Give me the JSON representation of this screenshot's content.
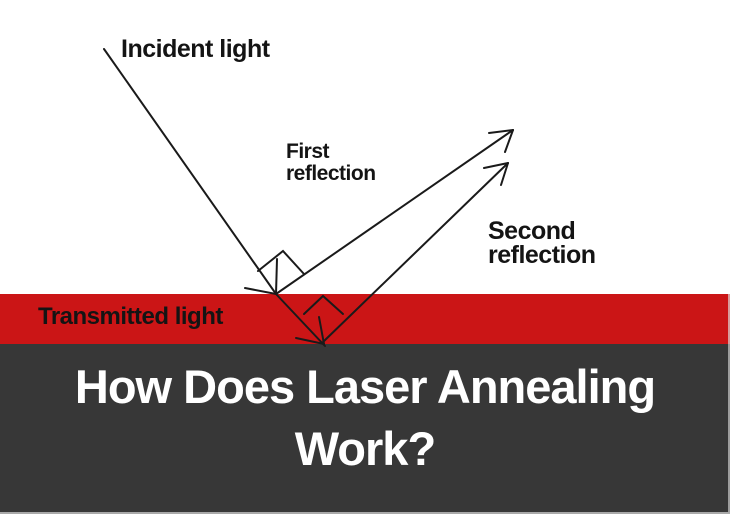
{
  "labels": {
    "incident": "Incident light",
    "first": {
      "line1": "First",
      "line2": "reflection"
    },
    "second": {
      "line1": "Second",
      "line2": "reflection"
    },
    "transmitted": "Transmitted light"
  },
  "title": {
    "line1": "How Does Laser Annealing",
    "line2": "Work?"
  },
  "colors": {
    "layer_red": "#cb1516",
    "substrate_gray": "#373737",
    "ray_black": "#1a1a1a",
    "label_black": "#141414",
    "title_white": "#ffffff",
    "bg_white": "#ffffff"
  }
}
